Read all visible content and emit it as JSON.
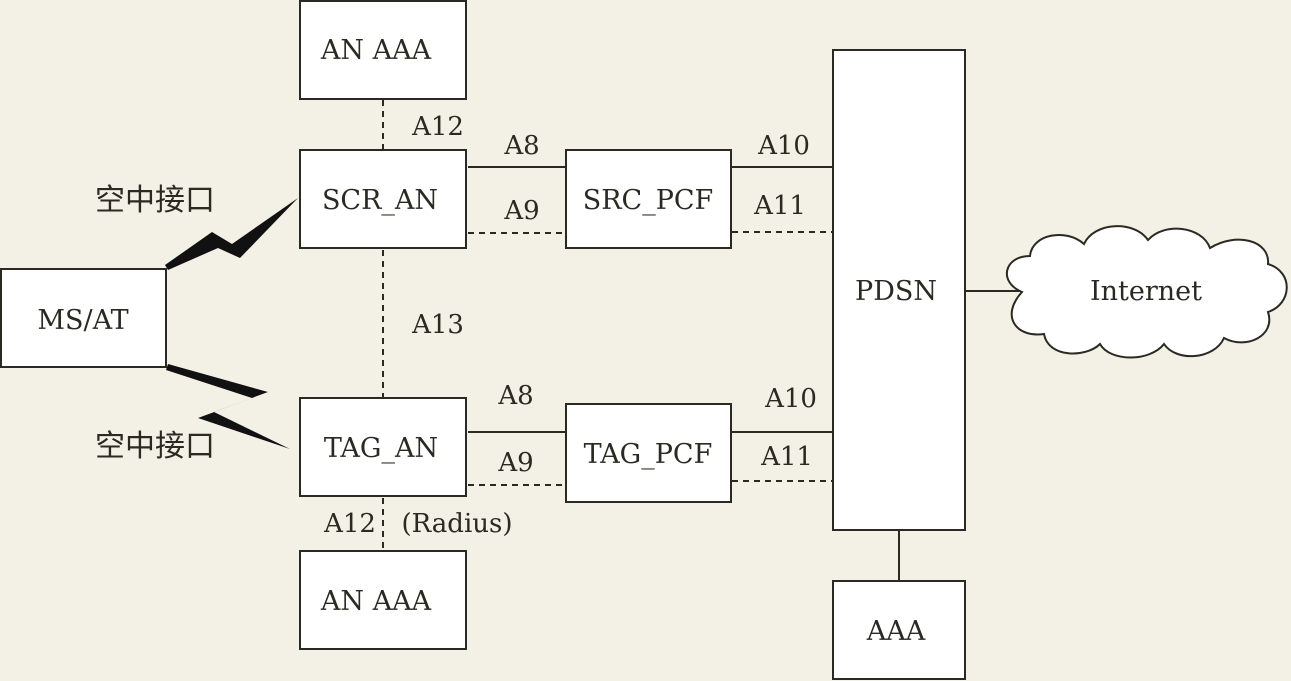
{
  "nodes": {
    "an_aaa_top": "AN AAA",
    "scr_an": "SCR_AN",
    "src_pcf": "SRC_PCF",
    "pdsn": "PDSN",
    "internet": "Internet",
    "ms_at": "MS/AT",
    "tag_an": "TAG_AN",
    "tag_pcf": "TAG_PCF",
    "an_aaa_bottom": "AN AAA",
    "aaa": "AAA"
  },
  "edges": {
    "a12_top": "A12",
    "a8_top": "A8",
    "a9_top": "A9",
    "a10_top": "A10",
    "a11_top": "A11",
    "a13": "A13",
    "a8_bottom": "A8",
    "a9_bottom": "A9",
    "a10_bottom": "A10",
    "a11_bottom": "A11",
    "a12_bottom": "A12",
    "radius": "(Radius)"
  },
  "air_interface": {
    "top": "空中接口",
    "bottom": "空中接口"
  },
  "colors": {
    "background": "#f3f1e6",
    "line": "#2a2a22",
    "bolt": "#111111"
  }
}
